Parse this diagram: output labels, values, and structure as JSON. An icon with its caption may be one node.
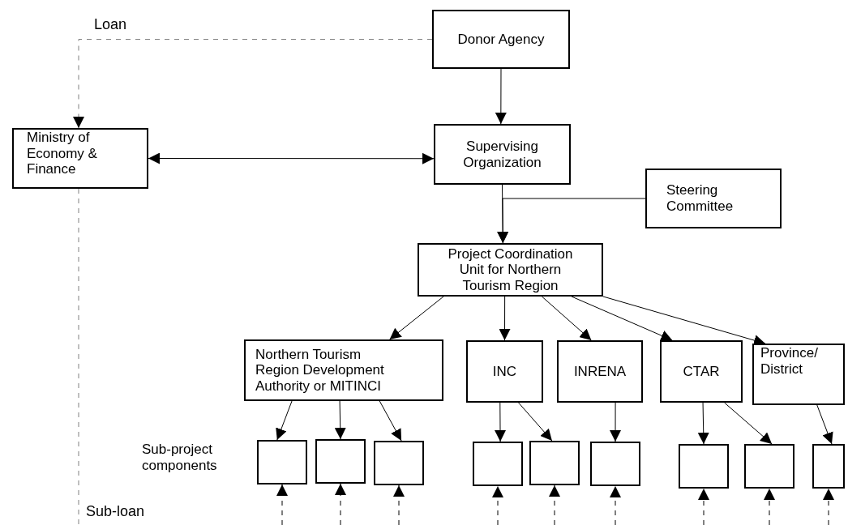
{
  "diagram": {
    "nodes": [
      {
        "text": [
          "Donor Agency"
        ]
      },
      {
        "text": [
          "Ministry of Economy & Finance"
        ]
      },
      {
        "text": [
          "Supervising Organization"
        ]
      },
      {
        "text": [
          "Steering Committee"
        ]
      },
      {
        "text": [
          "Project Coordination Unit for Northern Tourism Region"
        ]
      },
      {
        "text": [
          "Northern Tourism Region Development Authority or MITINCI"
        ]
      },
      {
        "text": [
          "INC"
        ]
      },
      {
        "text": [
          "INRENA"
        ]
      },
      {
        "text": [
          "CTAR"
        ]
      },
      {
        "text": [
          "Province/ District"
        ]
      },
      {
        "text": [],
        "shape": "box"
      },
      {
        "text": [],
        "shape": "box"
      },
      {
        "text": [],
        "shape": "box"
      },
      {
        "text": [],
        "shape": "box"
      },
      {
        "text": [],
        "shape": "box"
      },
      {
        "text": [],
        "shape": "box"
      },
      {
        "text": [],
        "shape": "box"
      },
      {
        "text": [],
        "shape": "box"
      },
      {
        "text": [],
        "shape": "box"
      }
    ],
    "edges": [
      {
        "from": 0,
        "to": 1,
        "arrow": "to",
        "style": "dashed",
        "color": "#808080",
        "label": "Loan"
      },
      {
        "from": 0,
        "to": 2,
        "arrow": "to"
      },
      {
        "from": 1,
        "to": 2,
        "arrow": "both"
      },
      {
        "from": 2,
        "to": 4,
        "arrow": "to"
      },
      {
        "from": 3,
        "to": 4,
        "arrow": "to"
      },
      {
        "from": 4,
        "to": 5,
        "arrow": "to"
      },
      {
        "from": 4,
        "to": 6,
        "arrow": "to"
      },
      {
        "from": 4,
        "to": 7,
        "arrow": "to"
      },
      {
        "from": 4,
        "to": 8,
        "arrow": "to"
      },
      {
        "from": 4,
        "to": 9,
        "arrow": "to"
      },
      {
        "from": 5,
        "to": 10,
        "arrow": "to"
      },
      {
        "from": 5,
        "to": 11,
        "arrow": "to"
      },
      {
        "from": 5,
        "to": 12,
        "arrow": "to"
      },
      {
        "from": 6,
        "to": 13,
        "arrow": "to"
      },
      {
        "from": 6,
        "to": 14,
        "arrow": "to"
      },
      {
        "from": 7,
        "to": 15,
        "arrow": "to"
      },
      {
        "from": 8,
        "to": 16,
        "arrow": "to"
      },
      {
        "from": 8,
        "to": 17,
        "arrow": "to"
      },
      {
        "from": 9,
        "to": 18,
        "arrow": "to"
      },
      {
        "from": null,
        "to": 10,
        "arrow": "to",
        "style": "dashed"
      },
      {
        "from": null,
        "to": 11,
        "arrow": "to",
        "style": "dashed"
      },
      {
        "from": null,
        "to": 12,
        "arrow": "to",
        "style": "dashed"
      },
      {
        "from": null,
        "to": 13,
        "arrow": "to",
        "style": "dashed"
      },
      {
        "from": null,
        "to": 14,
        "arrow": "to",
        "style": "dashed"
      },
      {
        "from": null,
        "to": 15,
        "arrow": "to",
        "style": "dashed"
      },
      {
        "from": null,
        "to": 16,
        "arrow": "to",
        "style": "dashed"
      },
      {
        "from": null,
        "to": 17,
        "arrow": "to",
        "style": "dashed"
      },
      {
        "from": null,
        "to": 18,
        "arrow": "to",
        "style": "dashed"
      },
      {
        "from": 1,
        "to": null,
        "arrow": "none",
        "style": "dashed",
        "color": "#808080",
        "label": "Sub-loan"
      }
    ],
    "labels": [
      "Sub-project components"
    ]
  }
}
